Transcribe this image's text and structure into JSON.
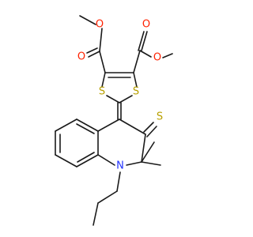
{
  "colors": {
    "bond": "#1a1a1a",
    "oxygen": "#ff2200",
    "sulfur": "#b8a000",
    "nitrogen": "#2233ff"
  },
  "atoms": {
    "o_ester_left": "O",
    "o_carbonyl_left": "O",
    "o_carbonyl_right": "O",
    "o_ester_right": "O",
    "s_ring_left": "S",
    "s_ring_right": "S",
    "s_thione": "S",
    "n_quinoline": "N"
  }
}
